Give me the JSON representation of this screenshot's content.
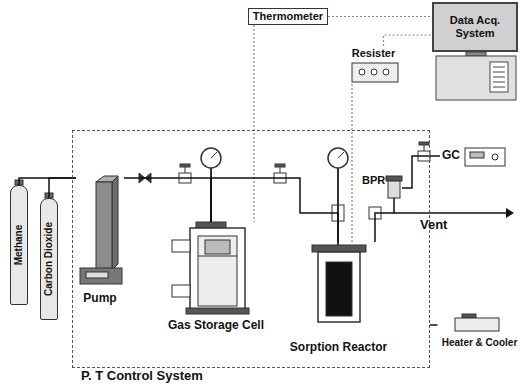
{
  "diagram": {
    "nodes": [
      {
        "text": [
          "Thermometer"
        ]
      },
      {
        "text": [
          "Data Acq. System"
        ]
      },
      {
        "text": [
          "Resister"
        ]
      },
      {
        "text": [
          "GC"
        ]
      },
      {
        "text": [
          "Methane"
        ]
      },
      {
        "text": [
          "Carbon Dioxide"
        ]
      },
      {
        "text": [
          "P. T Control System"
        ]
      },
      {
        "text": [
          "Pump"
        ],
        "in": 6
      },
      {
        "text": [
          "Gas Storage Cell"
        ],
        "in": 6
      },
      {
        "text": [
          "Sorption Reactor"
        ],
        "in": 6
      },
      {
        "text": [
          "BPR"
        ],
        "in": 6
      },
      {
        "text": [
          "Heater & Cooler"
        ]
      }
    ],
    "edges": [
      {
        "from": 0,
        "to": 1,
        "arrow": "none"
      },
      {
        "from": 2,
        "to": 1,
        "arrow": "none"
      },
      {
        "from": 0,
        "to": 8,
        "arrow": "none"
      },
      {
        "from": 2,
        "to": 9,
        "arrow": "none"
      },
      {
        "from": 4,
        "to": 7,
        "arrow": "none"
      },
      {
        "from": 5,
        "to": 7,
        "arrow": "none"
      },
      {
        "from": 7,
        "to": 8,
        "arrow": "none"
      },
      {
        "from": 8,
        "to": 9,
        "arrow": "none"
      },
      {
        "from": 9,
        "to": 10,
        "arrow": "none"
      },
      {
        "from": 10,
        "to": 3,
        "arrow": "none"
      },
      {
        "from": 11,
        "to": 6,
        "arrow": "none"
      }
    ],
    "labels": [
      "Vent"
    ]
  }
}
